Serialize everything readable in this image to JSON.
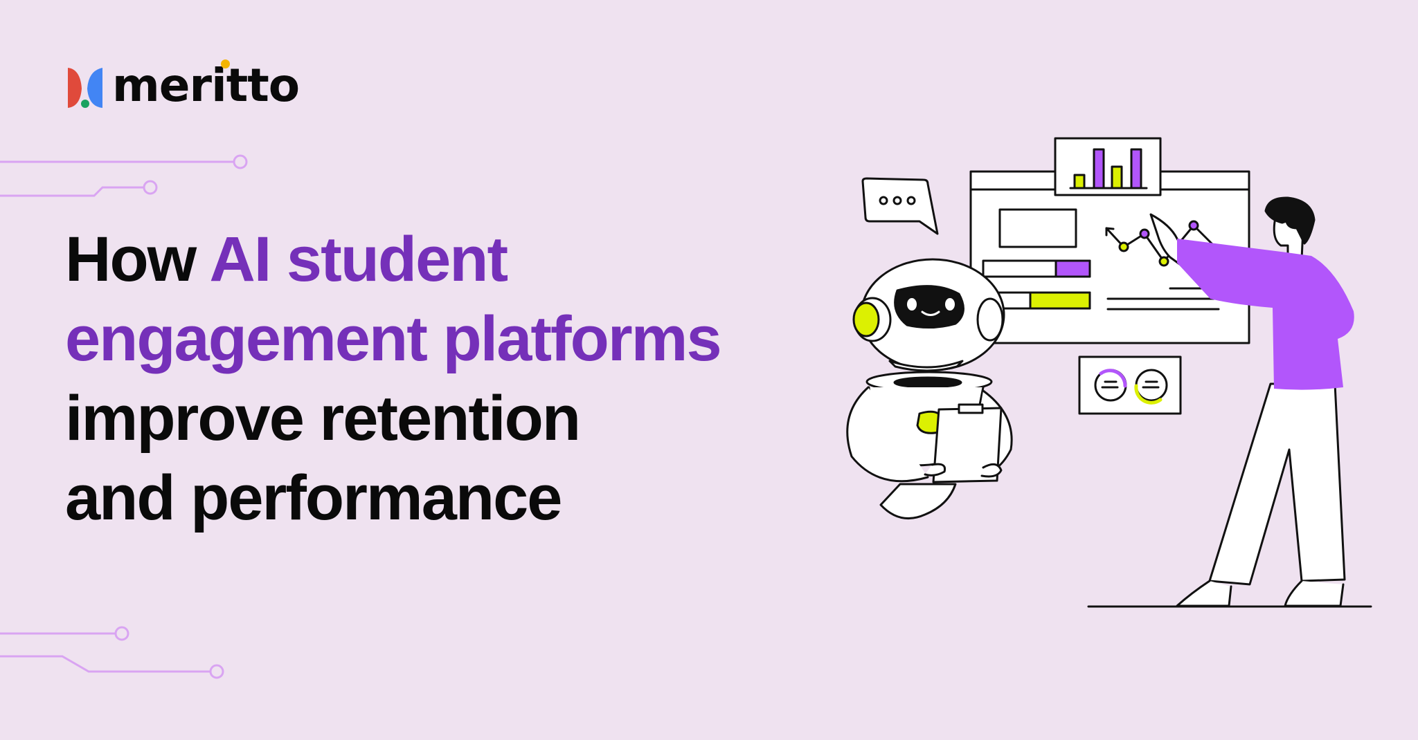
{
  "brand": {
    "name": "meritto",
    "colors": {
      "red": "#e04a3b",
      "blue": "#4285f4",
      "green": "#1aa260",
      "yellow": "#f4b400"
    }
  },
  "headline": {
    "line1_plain": "How ",
    "line1_accent": "AI student",
    "line2_accent": "engagement platforms",
    "line3": "improve retention",
    "line4": "and performance"
  },
  "colors": {
    "background": "#efe2f0",
    "text": "#0a0a0a",
    "accent": "#7530b9",
    "circuit": "#d9a4f2",
    "illustration_purple": "#b256fb",
    "illustration_lime": "#dcf002"
  },
  "illustration": {
    "speech_bubble_icon": "ellipsis-dots",
    "bar_chart_heights": [
      1,
      4,
      3,
      4
    ],
    "gauge_count": 2
  }
}
